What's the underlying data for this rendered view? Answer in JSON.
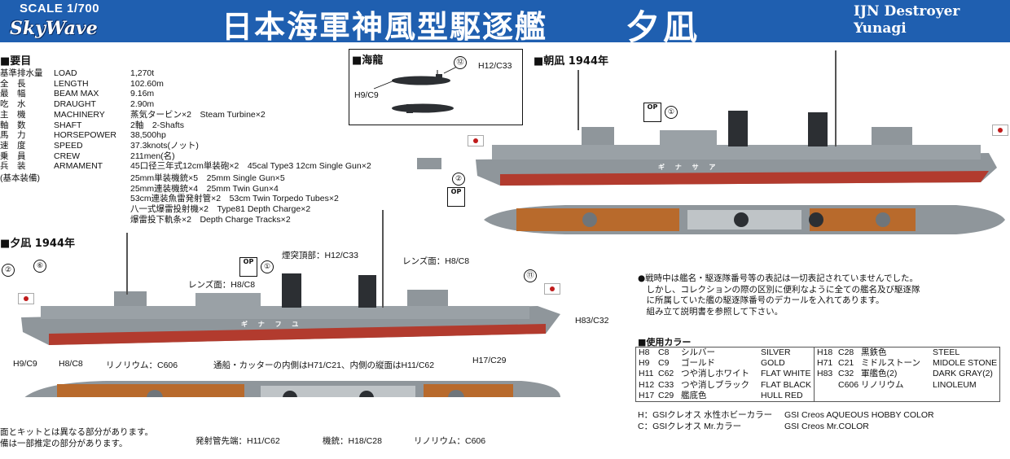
{
  "header": {
    "scale": "SCALE 1/700",
    "brand": "SkyWave",
    "title_jp": "日本海軍神風型駆逐艦",
    "name_jp": "夕凪",
    "title_en_line1": "IJN Destroyer",
    "title_en_line2": "Yunagi"
  },
  "specs": {
    "heading": "■要目",
    "rows": [
      {
        "jp": "基準排水量",
        "en": "LOAD",
        "value": "1,270t"
      },
      {
        "jp": "全　長",
        "en": "LENGTH",
        "value": "102.60m"
      },
      {
        "jp": "最　幅",
        "en": "BEAM MAX",
        "value": "9.16m"
      },
      {
        "jp": "吃　水",
        "en": "DRAUGHT",
        "value": "2.90m"
      },
      {
        "jp": "主　機",
        "en": "MACHINERY",
        "value": "蒸気タービン×2　Steam Turbine×2"
      },
      {
        "jp": "軸　数",
        "en": "SHAFT",
        "value": "2軸　2-Shafts"
      },
      {
        "jp": "馬　力",
        "en": "HORSEPOWER",
        "value": "38,500hp"
      },
      {
        "jp": "速　度",
        "en": "SPEED",
        "value": "37.3knots(ノット)"
      },
      {
        "jp": "乗　員",
        "en": "CREW",
        "value": "211men(名)"
      },
      {
        "jp": "兵　装",
        "en": "ARMAMENT",
        "value": "45口径三年式12cm単装砲×2　45cal Type3 12cm Single Gun×2"
      }
    ],
    "armament_note_jp": "(基本装備)",
    "armament_extra": [
      "25mm単装機銃×5　25mm Single Gun×5",
      "25mm連装機銃×4　25mm Twin Gun×4",
      "53cm連装魚雷発射管×2　53cm Twin Torpedo Tubes×2",
      "八一式爆雷投射機×2　Type81 Depth Charge×2",
      "爆雷投下軌条×2　Depth Charge Tracks×2"
    ]
  },
  "kairyu": {
    "heading": "■海龍",
    "label_top": "H12/C33",
    "label_left": "H9/C9",
    "marker": "⑫"
  },
  "asanagi": {
    "heading": "■朝凪 1944年",
    "marker1": "①",
    "marker2": "②",
    "op": "OP",
    "hull_name": "ギ ナ サ ア"
  },
  "yunagi": {
    "heading": "■夕凪 1944年",
    "hull_name": "ギ ナ フ ユ",
    "m1": "①",
    "m2": "②",
    "m6": "⑥",
    "m11": "⑪",
    "op": "OP",
    "labels": {
      "funnel_top": "煙突頂部：H12/C33",
      "lens_right": "レンズ面：H8/C8",
      "lens_left": "レンズ面：H8/C8",
      "h83": "H83/C32",
      "h17": "H17/C29",
      "h9": "H9/C9",
      "h8": "H8/C8",
      "linoleum1": "リノリウム：C606",
      "boat": "通船・カッターの内側はH71/C21、内側の縦面はH11/C62",
      "torpedo": "発射管先端：H11/C62",
      "mg": "機銃：H18/C28",
      "linoleum2": "リノリウム：C606"
    }
  },
  "notes": [
    "●戦時中は艦名・駆逐隊番号等の表記は一切表記されていませんでした。",
    "　しかし、コレクションの際の区別に便利なように全ての艦名及び駆逐隊",
    "　に所属していた艦の駆逐隊番号のデカールを入れてあります。",
    "　組み立て説明書を参照して下さい。"
  ],
  "colors": {
    "heading": "■使用カラー",
    "left": [
      {
        "h": "H8",
        "c": "C8",
        "jp": "シルバー",
        "en": "SILVER"
      },
      {
        "h": "H9",
        "c": "C9",
        "jp": "ゴールド",
        "en": "GOLD"
      },
      {
        "h": "H11",
        "c": "C62",
        "jp": "つや消しホワイト",
        "en": "FLAT WHITE"
      },
      {
        "h": "H12",
        "c": "C33",
        "jp": "つや消しブラック",
        "en": "FLAT BLACK"
      },
      {
        "h": "H17",
        "c": "C29",
        "jp": "艦底色",
        "en": "HULL RED"
      }
    ],
    "right": [
      {
        "h": "H18",
        "c": "C28",
        "jp": "黒鉄色",
        "en": "STEEL"
      },
      {
        "h": "H71",
        "c": "C21",
        "jp": "ミドルストーン",
        "en": "MIDOLE STONE"
      },
      {
        "h": "H83",
        "c": "C32",
        "jp": "軍艦色(2)",
        "en": "DARK GRAY(2)"
      },
      {
        "h": "",
        "c": "C606",
        "jp": "リノリウム",
        "en": "LINOLEUM"
      }
    ],
    "legend": [
      {
        "jp": "H：GSIクレオス 水性ホビーカラー",
        "en": "GSI Creos AQUEOUS HOBBY COLOR"
      },
      {
        "jp": "C：GSIクレオス Mr.カラー",
        "en": "GSI Creos Mr.COLOR"
      }
    ]
  },
  "footer": [
    "面とキットとは異なる部分があります。",
    "備は一部推定の部分があります。"
  ],
  "palette": {
    "header_blue": "#1f5fb0",
    "hull_gray": "#8f969b",
    "hull_red": "#b23b2e",
    "deck_linoleum": "#b86a2c",
    "funnel_black": "#2c2f33"
  }
}
